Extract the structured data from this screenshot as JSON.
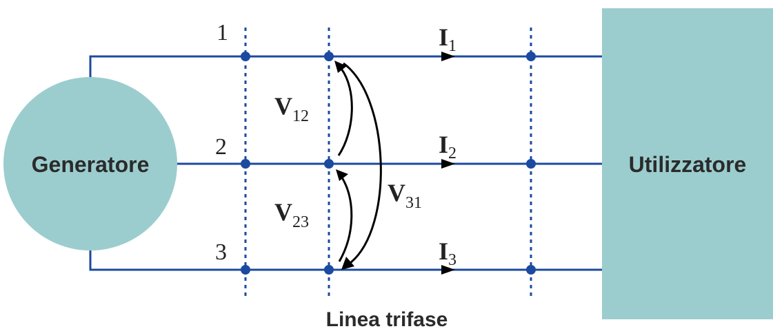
{
  "generator": {
    "label": "Generatore",
    "color": "#9ccdce"
  },
  "load": {
    "label": "Utilizzatore",
    "color": "#9ccdce"
  },
  "line": {
    "label": "Linea trifase",
    "color": "#1b4aa0"
  },
  "phases": [
    {
      "number": "1",
      "current_symbol": "I",
      "current_sub": "1"
    },
    {
      "number": "2",
      "current_symbol": "I",
      "current_sub": "2"
    },
    {
      "number": "3",
      "current_symbol": "I",
      "current_sub": "3"
    }
  ],
  "voltages": [
    {
      "symbol": "V",
      "sub": "12"
    },
    {
      "symbol": "V",
      "sub": "23"
    },
    {
      "symbol": "V",
      "sub": "31"
    }
  ]
}
